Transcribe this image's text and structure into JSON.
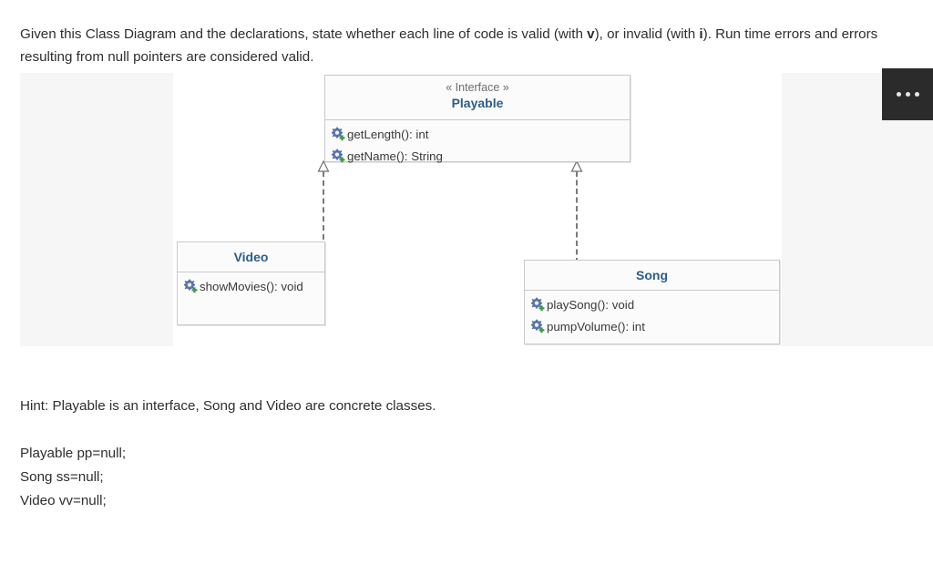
{
  "prompt": {
    "part1": "Given this Class Diagram and the declarations, state whether each line of code is valid (with ",
    "bold1": "v",
    "part2": "), or invalid (with ",
    "bold2": "i",
    "part3": "). Run time errors and errors resulting from null pointers are considered valid."
  },
  "diagram": {
    "classes": [
      {
        "name": "playable",
        "stereotype": "« Interface »",
        "title": "Playable",
        "members": [
          {
            "icon": "public-method-icon",
            "label": "getLength(): int"
          },
          {
            "icon": "public-method-icon",
            "label": "getName(): String"
          }
        ]
      },
      {
        "name": "video",
        "stereotype": "",
        "title": "Video",
        "members": [
          {
            "icon": "public-method-icon",
            "label": "showMovies(): void"
          }
        ]
      },
      {
        "name": "song",
        "stereotype": "",
        "title": "Song",
        "members": [
          {
            "icon": "public-method-icon",
            "label": "playSong(): void"
          },
          {
            "icon": "public-method-icon",
            "label": "pumpVolume(): int"
          }
        ]
      }
    ],
    "relations": [
      {
        "name": "video-implements-playable",
        "type": "realization",
        "from": "Video",
        "to": "Playable"
      },
      {
        "name": "song-implements-playable",
        "type": "realization",
        "from": "Song",
        "to": "Playable"
      }
    ],
    "colors": {
      "class_title": "#2c5d87",
      "stereotype": "#6e6e6e",
      "box_fill": "#fbfbfb",
      "box_border": "#c9c9c9",
      "band_fill": "#f6f6f6",
      "connector": "#7a7a7a"
    }
  },
  "more_button": {
    "name": "more-options",
    "icon": "ellipsis-icon",
    "background": "#2b2b2b"
  },
  "hint": "Hint: Playable is an interface, Song and Video are concrete classes.",
  "declarations": [
    "Playable pp=null;",
    "Song ss=null;",
    "Video vv=null;"
  ]
}
